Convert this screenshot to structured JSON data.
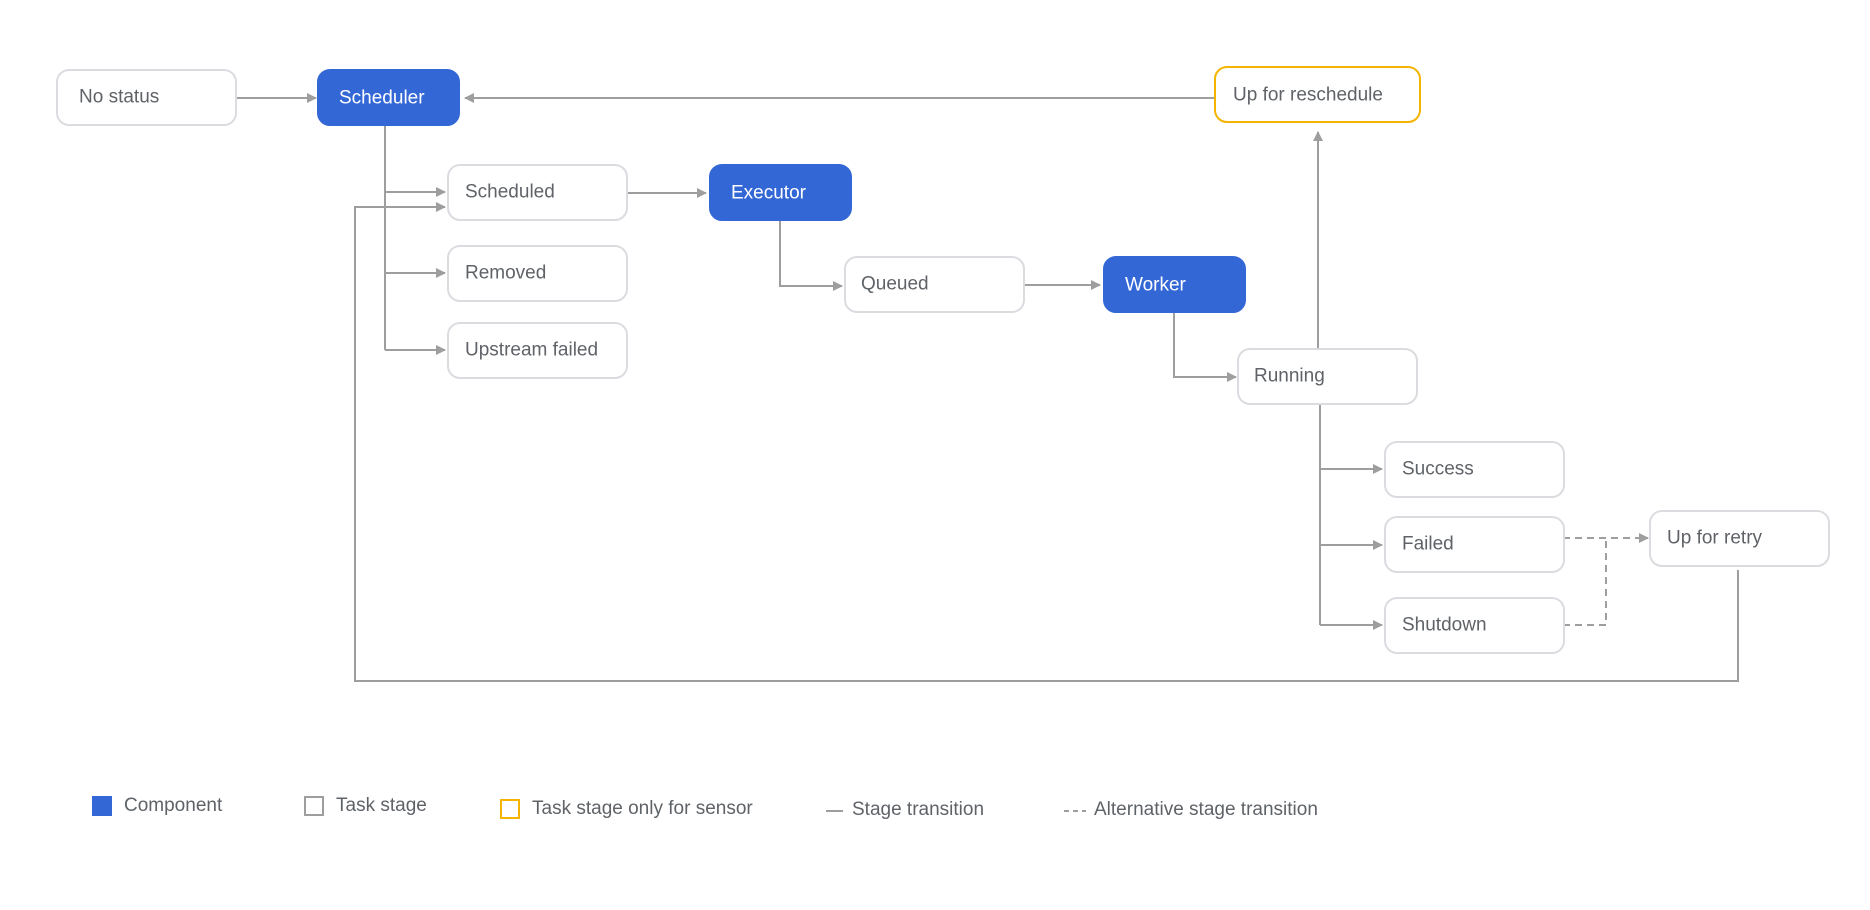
{
  "colors": {
    "component": "#3367d6",
    "component_text": "#ffffff",
    "task_stage_border": "#dadce0",
    "sensor_border": "#f4b400",
    "stage_text": "#5f6368",
    "edge": "#9e9e9e",
    "background": "#ffffff"
  },
  "nodes": {
    "no_status": "No status",
    "scheduler": "Scheduler",
    "up_for_reschedule": "Up for reschedule",
    "scheduled": "Scheduled",
    "executor": "Executor",
    "removed": "Removed",
    "queued": "Queued",
    "worker": "Worker",
    "upstream_failed": "Upstream failed",
    "running": "Running",
    "success": "Success",
    "failed": "Failed",
    "up_for_retry": "Up for retry",
    "shutdown": "Shutdown"
  },
  "legend": {
    "component": "Component",
    "task_stage": "Task stage",
    "sensor_stage": "Task stage only for sensor",
    "stage_transition": "Stage transition",
    "alternative_transition": "Alternative stage transition"
  }
}
